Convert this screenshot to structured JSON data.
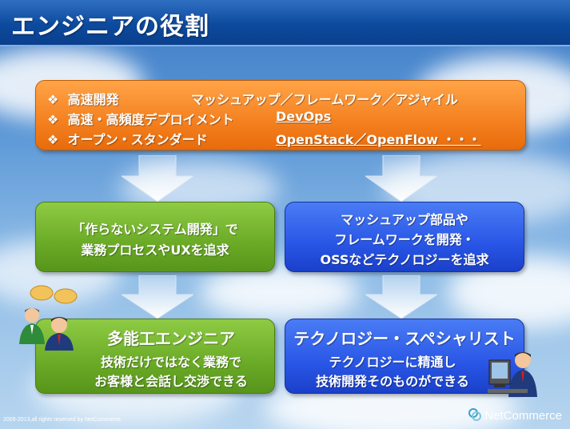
{
  "header": {
    "title": "エンジニアの役割"
  },
  "top_box": {
    "rows": [
      {
        "bullet": "❖",
        "label": "高速開発",
        "value": "マッシュアップ／フレームワーク／アジャイル"
      },
      {
        "bullet": "❖",
        "label": "高速・高頻度デプロイメント",
        "value": "DevOps"
      },
      {
        "bullet": "❖",
        "label": "オープン・スタンダード",
        "value": "OpenStack／OpenFlow ・・・"
      }
    ]
  },
  "left_mid": {
    "line1": "「作らないシステム開発」で",
    "line2": "業務プロセスやUXを追求"
  },
  "right_mid": {
    "line1": "マッシュアップ部品や",
    "line2": "フレームワークを開発・",
    "line3": "OSSなどテクノロジーを追求"
  },
  "left_bottom": {
    "title": "多能工エンジニア",
    "line1": "技術だけではなく業務で",
    "line2": "お客様と会話し交渉できる"
  },
  "right_bottom": {
    "title": "テクノロジー・スペシャリスト",
    "line1": "テクノロジーに精通し",
    "line2": "技術開発そのものができる"
  },
  "footer": {
    "copyright": "2009-2013,all rights reserved by NetCommerce",
    "logo_text": "NetCommerce"
  },
  "icons": {
    "bullet": "diamond-bullet-icon",
    "arrow": "down-arrow-icon",
    "logo": "netcommerce-logo-icon",
    "people": "business-people-icon",
    "worker": "computer-worker-icon"
  }
}
